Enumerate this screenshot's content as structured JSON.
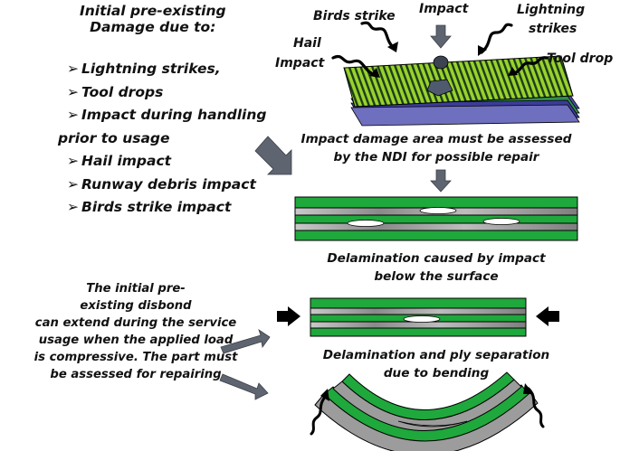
{
  "heading": {
    "line1": "Initial pre-existing",
    "line2": "Damage due to:"
  },
  "damage_list": [
    "Lightning strikes,",
    "Tool drops",
    "Impact during handling",
    "prior to usage",
    "Hail impact",
    "Runway debris impact",
    "Birds strike impact"
  ],
  "labels": {
    "impact": "Impact",
    "birds_strike": "Birds strike",
    "hail_impact_line1": "Hail",
    "hail_impact_line2": "Impact",
    "lightning_line1": "Lightning",
    "lightning_line2": "strikes",
    "tool_drop": "Tool drop"
  },
  "captions": {
    "ndi_line1": "Impact damage area must be assessed",
    "ndi_line2": "by the NDI for possible repair",
    "delam_line1": "Delamination caused by impact",
    "delam_line2": "below the surface",
    "bend_line1": "Delamination and ply separation",
    "bend_line2": "due to bending"
  },
  "disbond_note": {
    "line1": "The initial pre-",
    "line2": "existing disbond",
    "line3": "can extend during the  service",
    "line4": "usage when the applied load",
    "line5": "is compressive. The part must",
    "line6": "be assessed for repairing"
  },
  "colors": {
    "ply_green": "#1fa83c",
    "ply_grey": "#9c9c9c",
    "arrow_grey": "#5f6570",
    "outline": "#000000"
  }
}
